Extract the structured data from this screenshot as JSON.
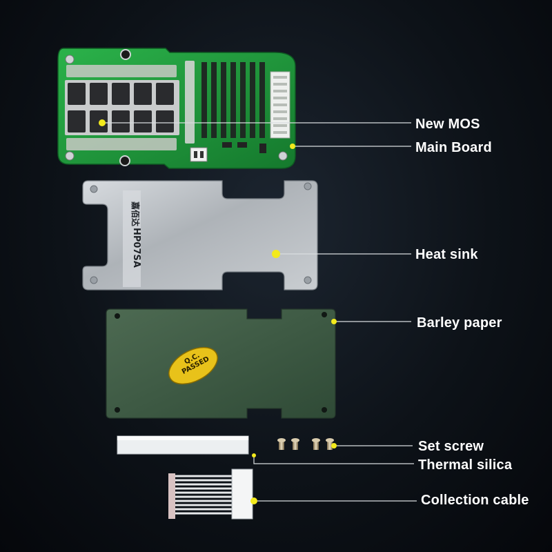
{
  "labels": {
    "new_mos": "New MOS",
    "main_board": "Main Board",
    "heat_sink": "Heat sink",
    "barley_paper": "Barley paper",
    "set_screw": "Set screw",
    "thermal_silica": "Thermal silica",
    "collection_cable": "Collection cable"
  },
  "heat_sink_marking": {
    "brand": "嘉佰达",
    "model": "HP07SA"
  },
  "qc_sticker": {
    "line1": "Q.C.",
    "line2": "PASSED"
  },
  "colors": {
    "background": "#0d1218",
    "pcb_green": "#1f9a3a",
    "heat_sink_silver": "#b9bec4",
    "barley_paper_green": "#3f5c45",
    "label_text": "#ffffff",
    "marker_dot": "#f3ea1c",
    "qc_gold": "#e8c21a"
  }
}
